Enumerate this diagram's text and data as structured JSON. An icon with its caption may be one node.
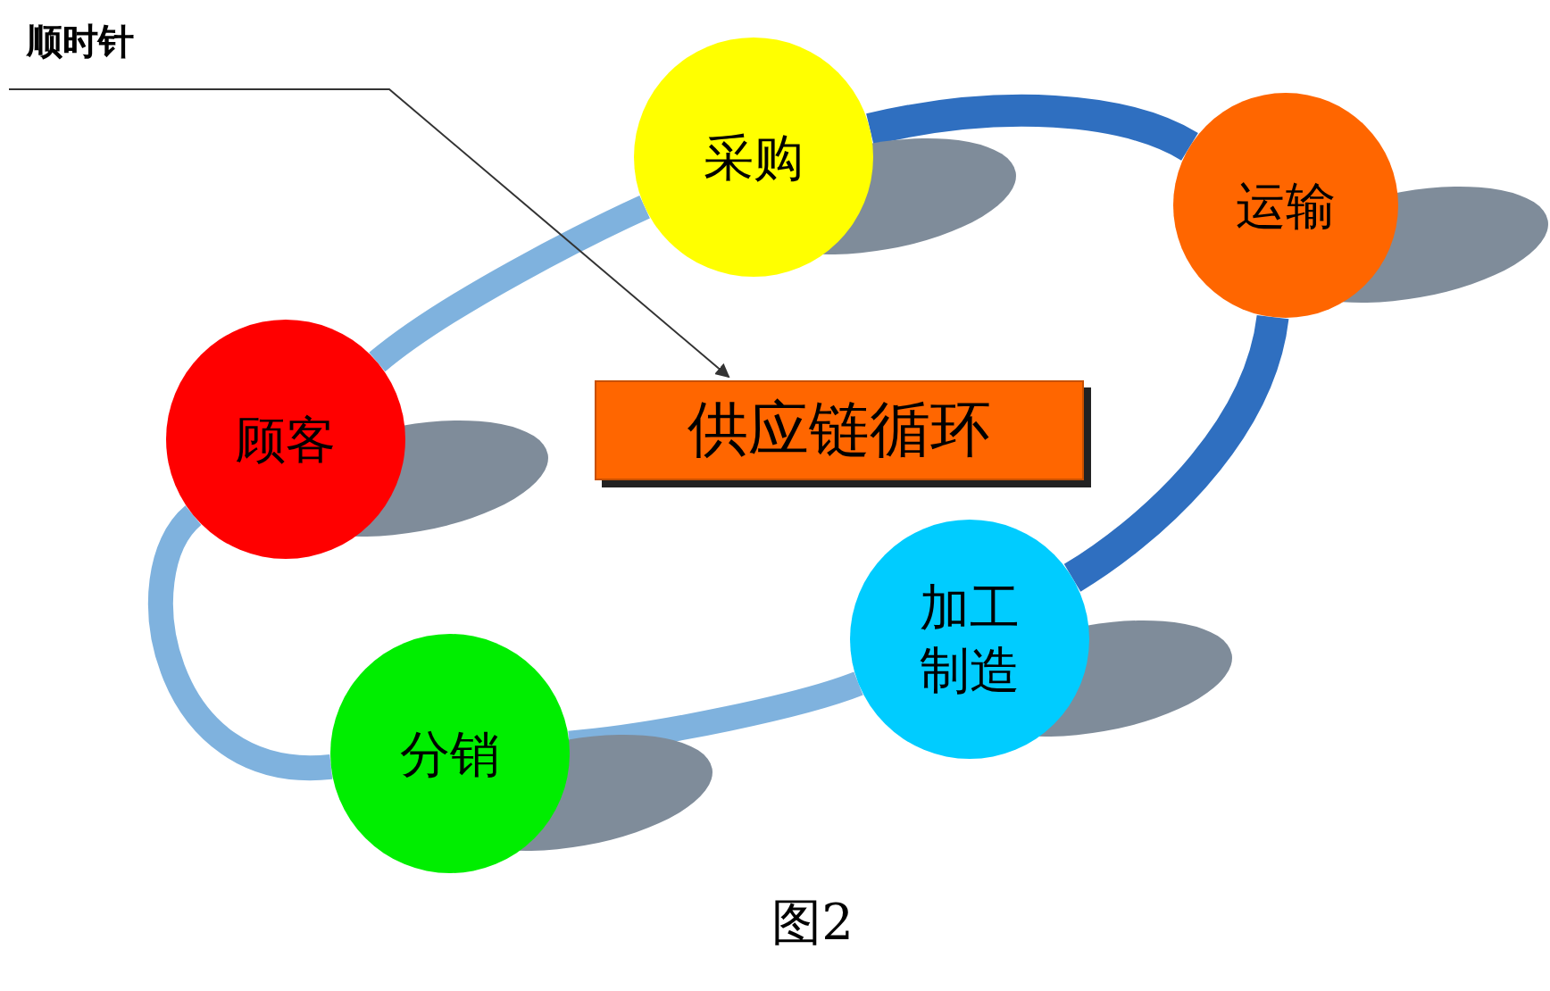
{
  "diagram": {
    "caption": "图2",
    "nodes": [
      {
        "text": [
          "顺时针"
        ]
      },
      {
        "text": [
          "采购"
        ]
      },
      {
        "text": [
          "运输"
        ]
      },
      {
        "text": [
          "顾客"
        ]
      },
      {
        "text": [
          "供应链循环"
        ]
      },
      {
        "text": [
          "加工制造"
        ]
      },
      {
        "text": [
          "分销"
        ]
      }
    ],
    "edges": [
      {
        "from": 0,
        "to": 4,
        "arrow": "to",
        "color": "#333333"
      },
      {
        "from": 3,
        "to": 1,
        "arrow": "none"
      },
      {
        "from": 1,
        "to": 2,
        "arrow": "none",
        "color": "#2f6fc0"
      },
      {
        "from": 2,
        "to": 5,
        "arrow": "none",
        "color": "#2f6fc0"
      },
      {
        "from": 5,
        "to": 6,
        "arrow": "none"
      },
      {
        "from": 6,
        "to": 3,
        "arrow": "none"
      }
    ]
  }
}
